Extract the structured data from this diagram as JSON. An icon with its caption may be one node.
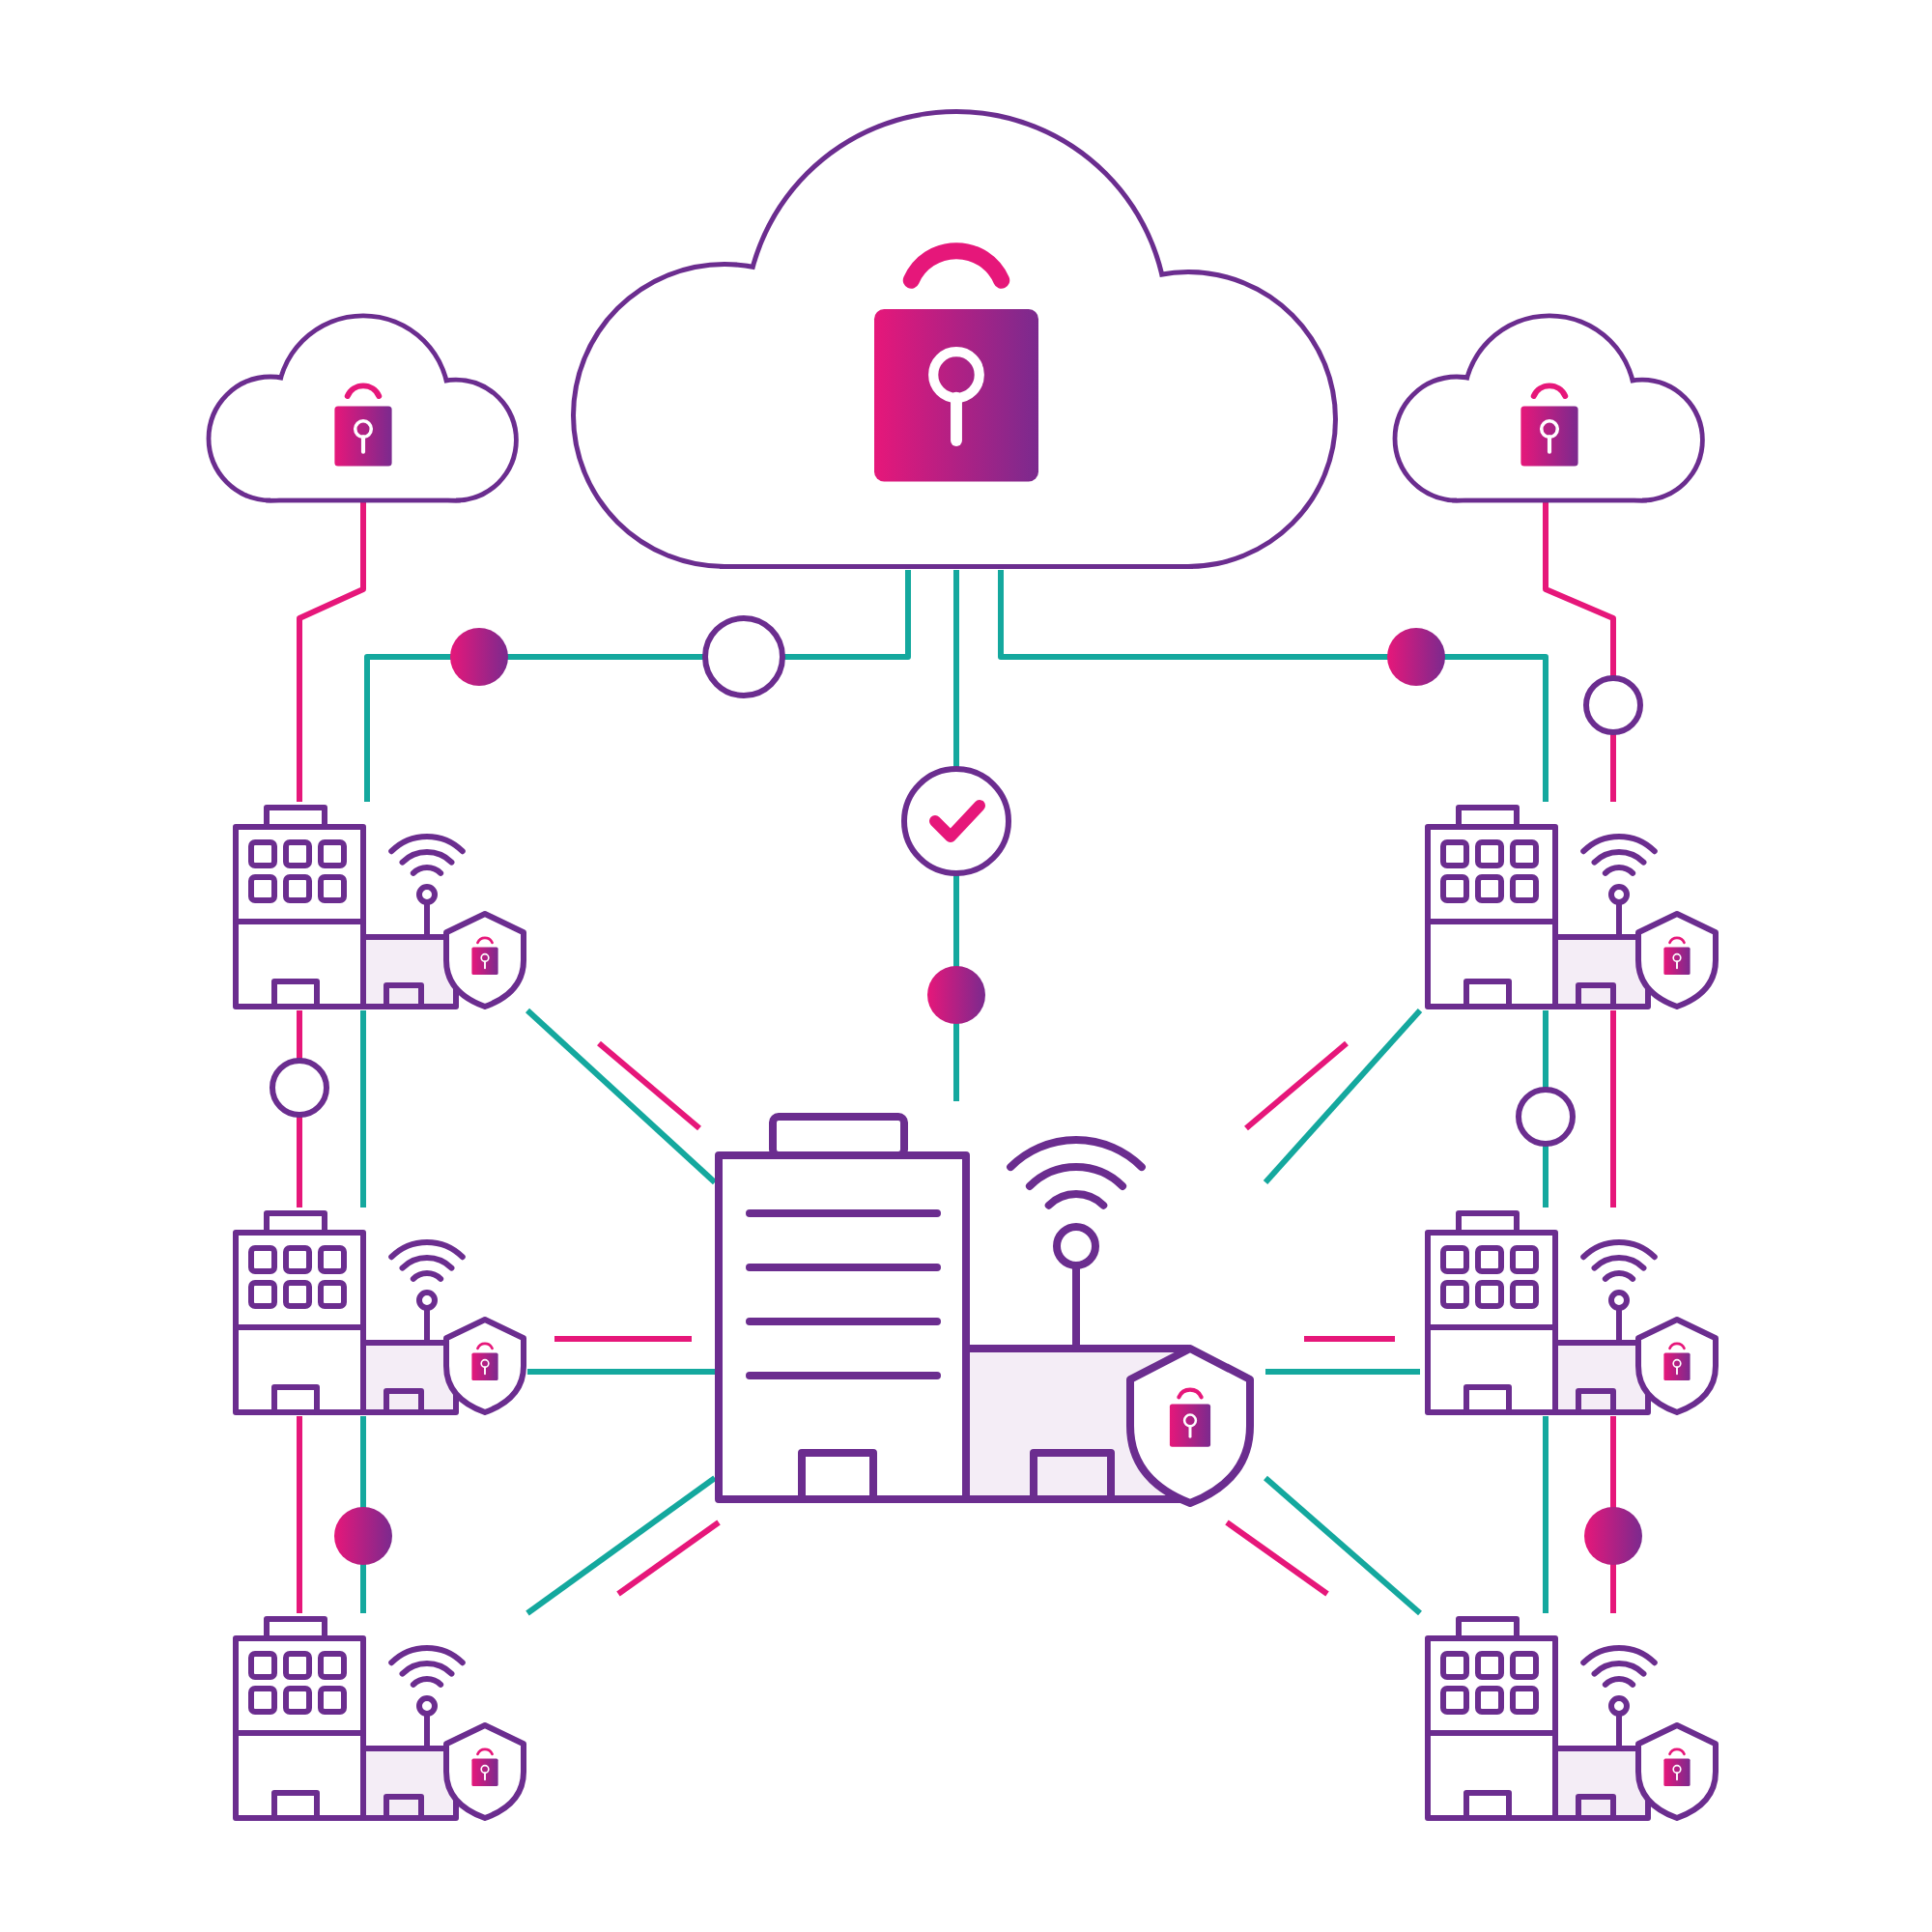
{
  "diagram": {
    "nodes": [
      {
        "text": [],
        "shape": "cloud"
      },
      {
        "text": [],
        "shape": "cloud"
      },
      {
        "text": [],
        "shape": "cloud"
      },
      {
        "text": [],
        "shape": "building"
      },
      {
        "text": [],
        "shape": "building"
      },
      {
        "text": [],
        "shape": "building"
      },
      {
        "text": [],
        "shape": "building"
      },
      {
        "text": [],
        "shape": "building"
      },
      {
        "text": [],
        "shape": "building"
      },
      {
        "text": [],
        "shape": "building"
      }
    ],
    "edges": [
      {
        "from": 0,
        "to": 3,
        "arrow": "none"
      },
      {
        "from": 0,
        "to": 4,
        "arrow": "none"
      },
      {
        "from": 0,
        "to": 9,
        "arrow": "none"
      },
      {
        "from": 1,
        "to": 3,
        "arrow": "none",
        "color": "#e6177a"
      },
      {
        "from": 2,
        "to": 4,
        "arrow": "none",
        "color": "#e6177a"
      },
      {
        "from": 3,
        "to": 5,
        "arrow": "none"
      },
      {
        "from": 3,
        "to": 5,
        "arrow": "none",
        "color": "#e6177a"
      },
      {
        "from": 5,
        "to": 7,
        "arrow": "none"
      },
      {
        "from": 5,
        "to": 7,
        "arrow": "none",
        "color": "#e6177a"
      },
      {
        "from": 4,
        "to": 6,
        "arrow": "none"
      },
      {
        "from": 4,
        "to": 6,
        "arrow": "none",
        "color": "#e6177a"
      },
      {
        "from": 6,
        "to": 8,
        "arrow": "none"
      },
      {
        "from": 6,
        "to": 8,
        "arrow": "none",
        "color": "#e6177a"
      },
      {
        "from": 3,
        "to": 9,
        "arrow": "none"
      },
      {
        "from": 5,
        "to": 9,
        "arrow": "none"
      },
      {
        "from": 7,
        "to": 9,
        "arrow": "none"
      },
      {
        "from": 4,
        "to": 9,
        "arrow": "none"
      },
      {
        "from": 6,
        "to": 9,
        "arrow": "none"
      },
      {
        "from": 8,
        "to": 9,
        "arrow": "none"
      }
    ]
  }
}
